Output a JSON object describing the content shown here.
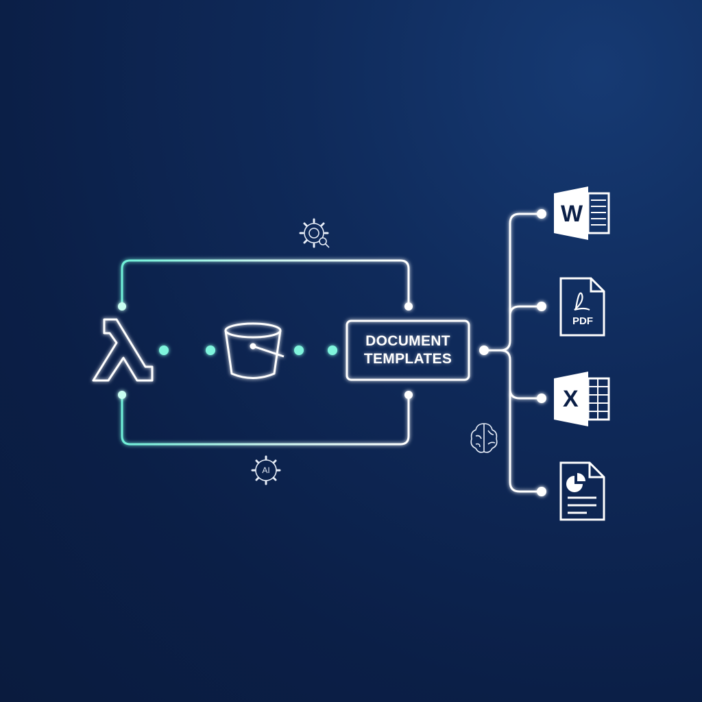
{
  "templates_box": {
    "line1": "DOCUMENT",
    "line2": "TEMPLATES"
  },
  "ai_gear": {
    "label": "AI"
  },
  "outputs": {
    "word_letter": "W",
    "pdf_label": "PDF",
    "excel_letter": "X"
  },
  "icons": {
    "lambda": "lambda-icon",
    "bucket": "storage-bucket-icon",
    "gear_top": "gear-search-icon",
    "gear_bottom": "ai-gear-icon",
    "brain": "brain-icon",
    "word": "word-document-icon",
    "pdf": "pdf-document-icon",
    "excel": "excel-document-icon",
    "report": "report-document-icon"
  },
  "colors": {
    "accent_teal": "#6ff0d8",
    "line_white": "#ffffff",
    "background": "#0b1f47"
  }
}
